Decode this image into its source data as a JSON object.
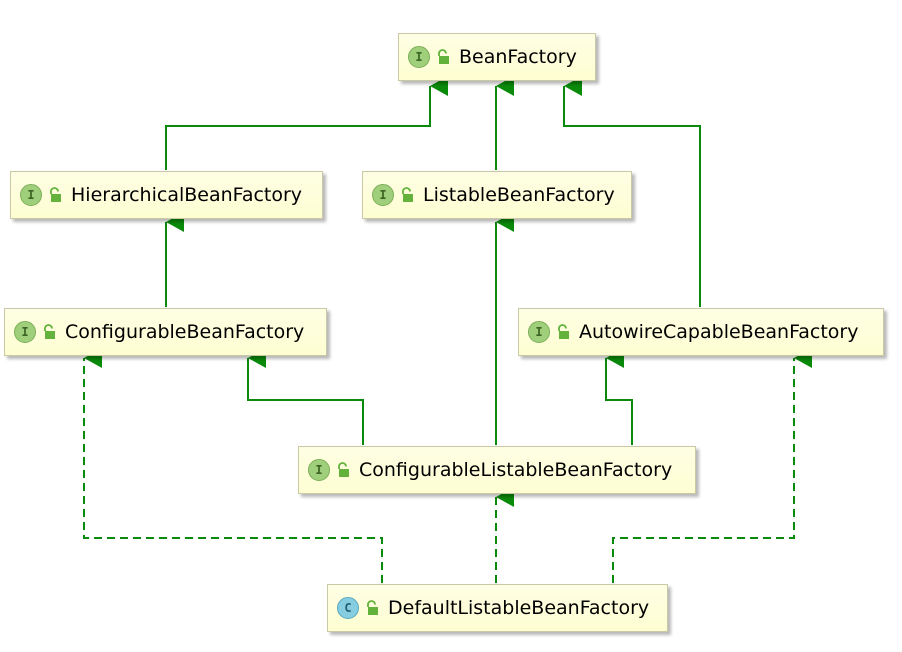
{
  "nodes": [
    {
      "id": "beanfactory",
      "kind": "interface",
      "badge": "I",
      "label": "BeanFactory"
    },
    {
      "id": "hierarchical",
      "kind": "interface",
      "badge": "I",
      "label": "HierarchicalBeanFactory"
    },
    {
      "id": "listable",
      "kind": "interface",
      "badge": "I",
      "label": "ListableBeanFactory"
    },
    {
      "id": "configurable",
      "kind": "interface",
      "badge": "I",
      "label": "ConfigurableBeanFactory"
    },
    {
      "id": "autowire",
      "kind": "interface",
      "badge": "I",
      "label": "AutowireCapableBeanFactory"
    },
    {
      "id": "configlistable",
      "kind": "interface",
      "badge": "I",
      "label": "ConfigurableListableBeanFactory"
    },
    {
      "id": "default",
      "kind": "class",
      "badge": "C",
      "label": "DefaultListableBeanFactory"
    }
  ],
  "relations": [
    {
      "from": "HierarchicalBeanFactory",
      "to": "BeanFactory",
      "type": "extends"
    },
    {
      "from": "ListableBeanFactory",
      "to": "BeanFactory",
      "type": "extends"
    },
    {
      "from": "AutowireCapableBeanFactory",
      "to": "BeanFactory",
      "type": "extends"
    },
    {
      "from": "ConfigurableBeanFactory",
      "to": "HierarchicalBeanFactory",
      "type": "extends"
    },
    {
      "from": "ConfigurableListableBeanFactory",
      "to": "ConfigurableBeanFactory",
      "type": "extends"
    },
    {
      "from": "ConfigurableListableBeanFactory",
      "to": "ListableBeanFactory",
      "type": "extends"
    },
    {
      "from": "ConfigurableListableBeanFactory",
      "to": "AutowireCapableBeanFactory",
      "type": "extends"
    },
    {
      "from": "DefaultListableBeanFactory",
      "to": "ConfigurableBeanFactory",
      "type": "implements"
    },
    {
      "from": "DefaultListableBeanFactory",
      "to": "ConfigurableListableBeanFactory",
      "type": "implements"
    },
    {
      "from": "DefaultListableBeanFactory",
      "to": "AutowireCapableBeanFactory",
      "type": "implements"
    }
  ],
  "colors": {
    "edge": "#0a8a0a",
    "interface_badge": "#9fcf7a",
    "class_badge": "#86cde0",
    "lock": "#62b23c",
    "node_fill": "#fefed8"
  },
  "icons": {
    "visibility": "public-lock-icon"
  }
}
